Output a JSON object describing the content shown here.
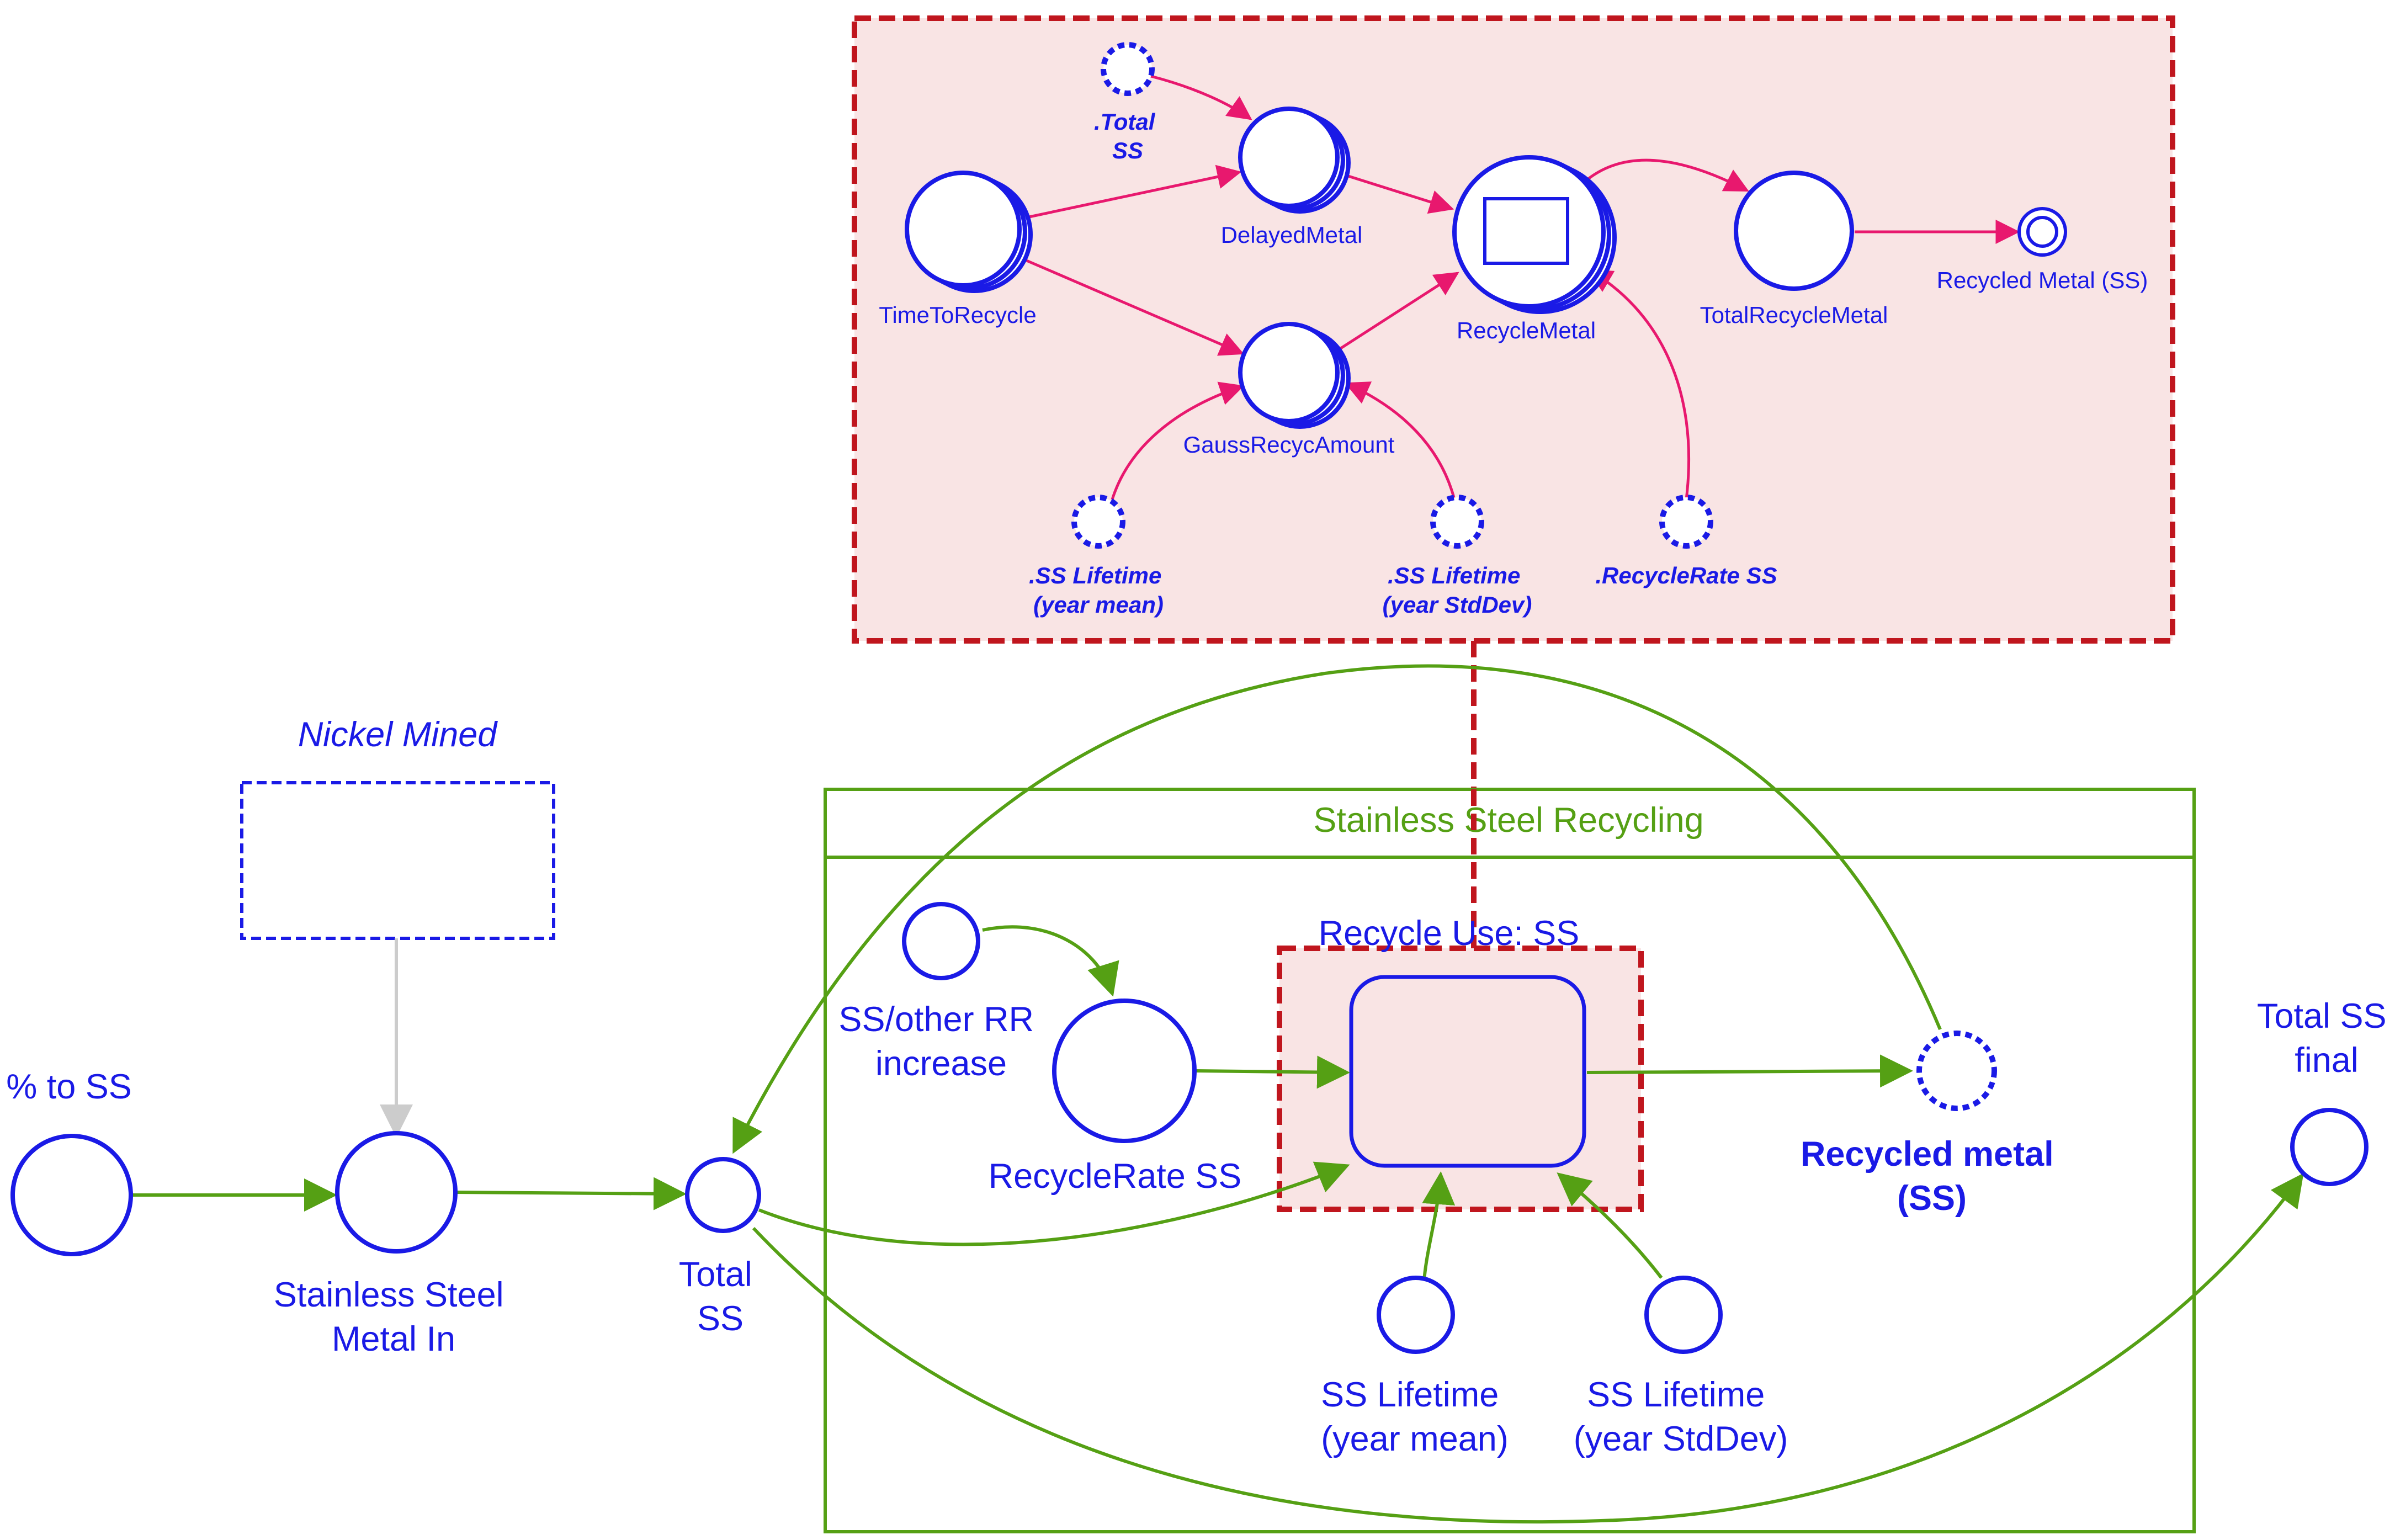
{
  "colors": {
    "node_blue": "#1a1ae6",
    "link_green": "#55a014",
    "link_pink": "#e8186e",
    "container_red": "#c0161e",
    "container_fill": "#f9e4e4",
    "influence_gray": "#cccccc"
  },
  "detail": {
    "total_ss": ".Total\nSS",
    "delayed_metal": "DelayedMetal",
    "time_to_recycle": "TimeToRecycle",
    "recycle_metal": "RecycleMetal",
    "total_recycle_metal": "TotalRecycleMetal",
    "recycled_metal_ss": "Recycled Metal (SS)",
    "gauss_recyc_amount": "GaussRecycAmount",
    "ss_lifetime_mean": ".SS Lifetime\n(year mean)",
    "ss_lifetime_stddev": ".SS Lifetime\n(year StdDev)",
    "recycle_rate_ss": ".RecycleRate SS"
  },
  "main": {
    "nickel_mined": "Nickel Mined",
    "percent_to_ss": "% to SS",
    "stainless_steel_metal_in": "Stainless Steel\nMetal In",
    "total_ss": "Total\nSS",
    "container_title": "Stainless Steel Recycling",
    "ss_other_rr_increase": "SS/other RR\nincrease",
    "recycle_rate_ss": "RecycleRate SS",
    "recycle_use_ss": "Recycle Use: SS",
    "recycled_metal_ss": "Recycled metal\n(SS)",
    "ss_lifetime_mean": "SS Lifetime\n(year mean)",
    "ss_lifetime_stddev": "SS Lifetime\n(year StdDev)",
    "total_ss_final": "Total SS\nfinal"
  }
}
